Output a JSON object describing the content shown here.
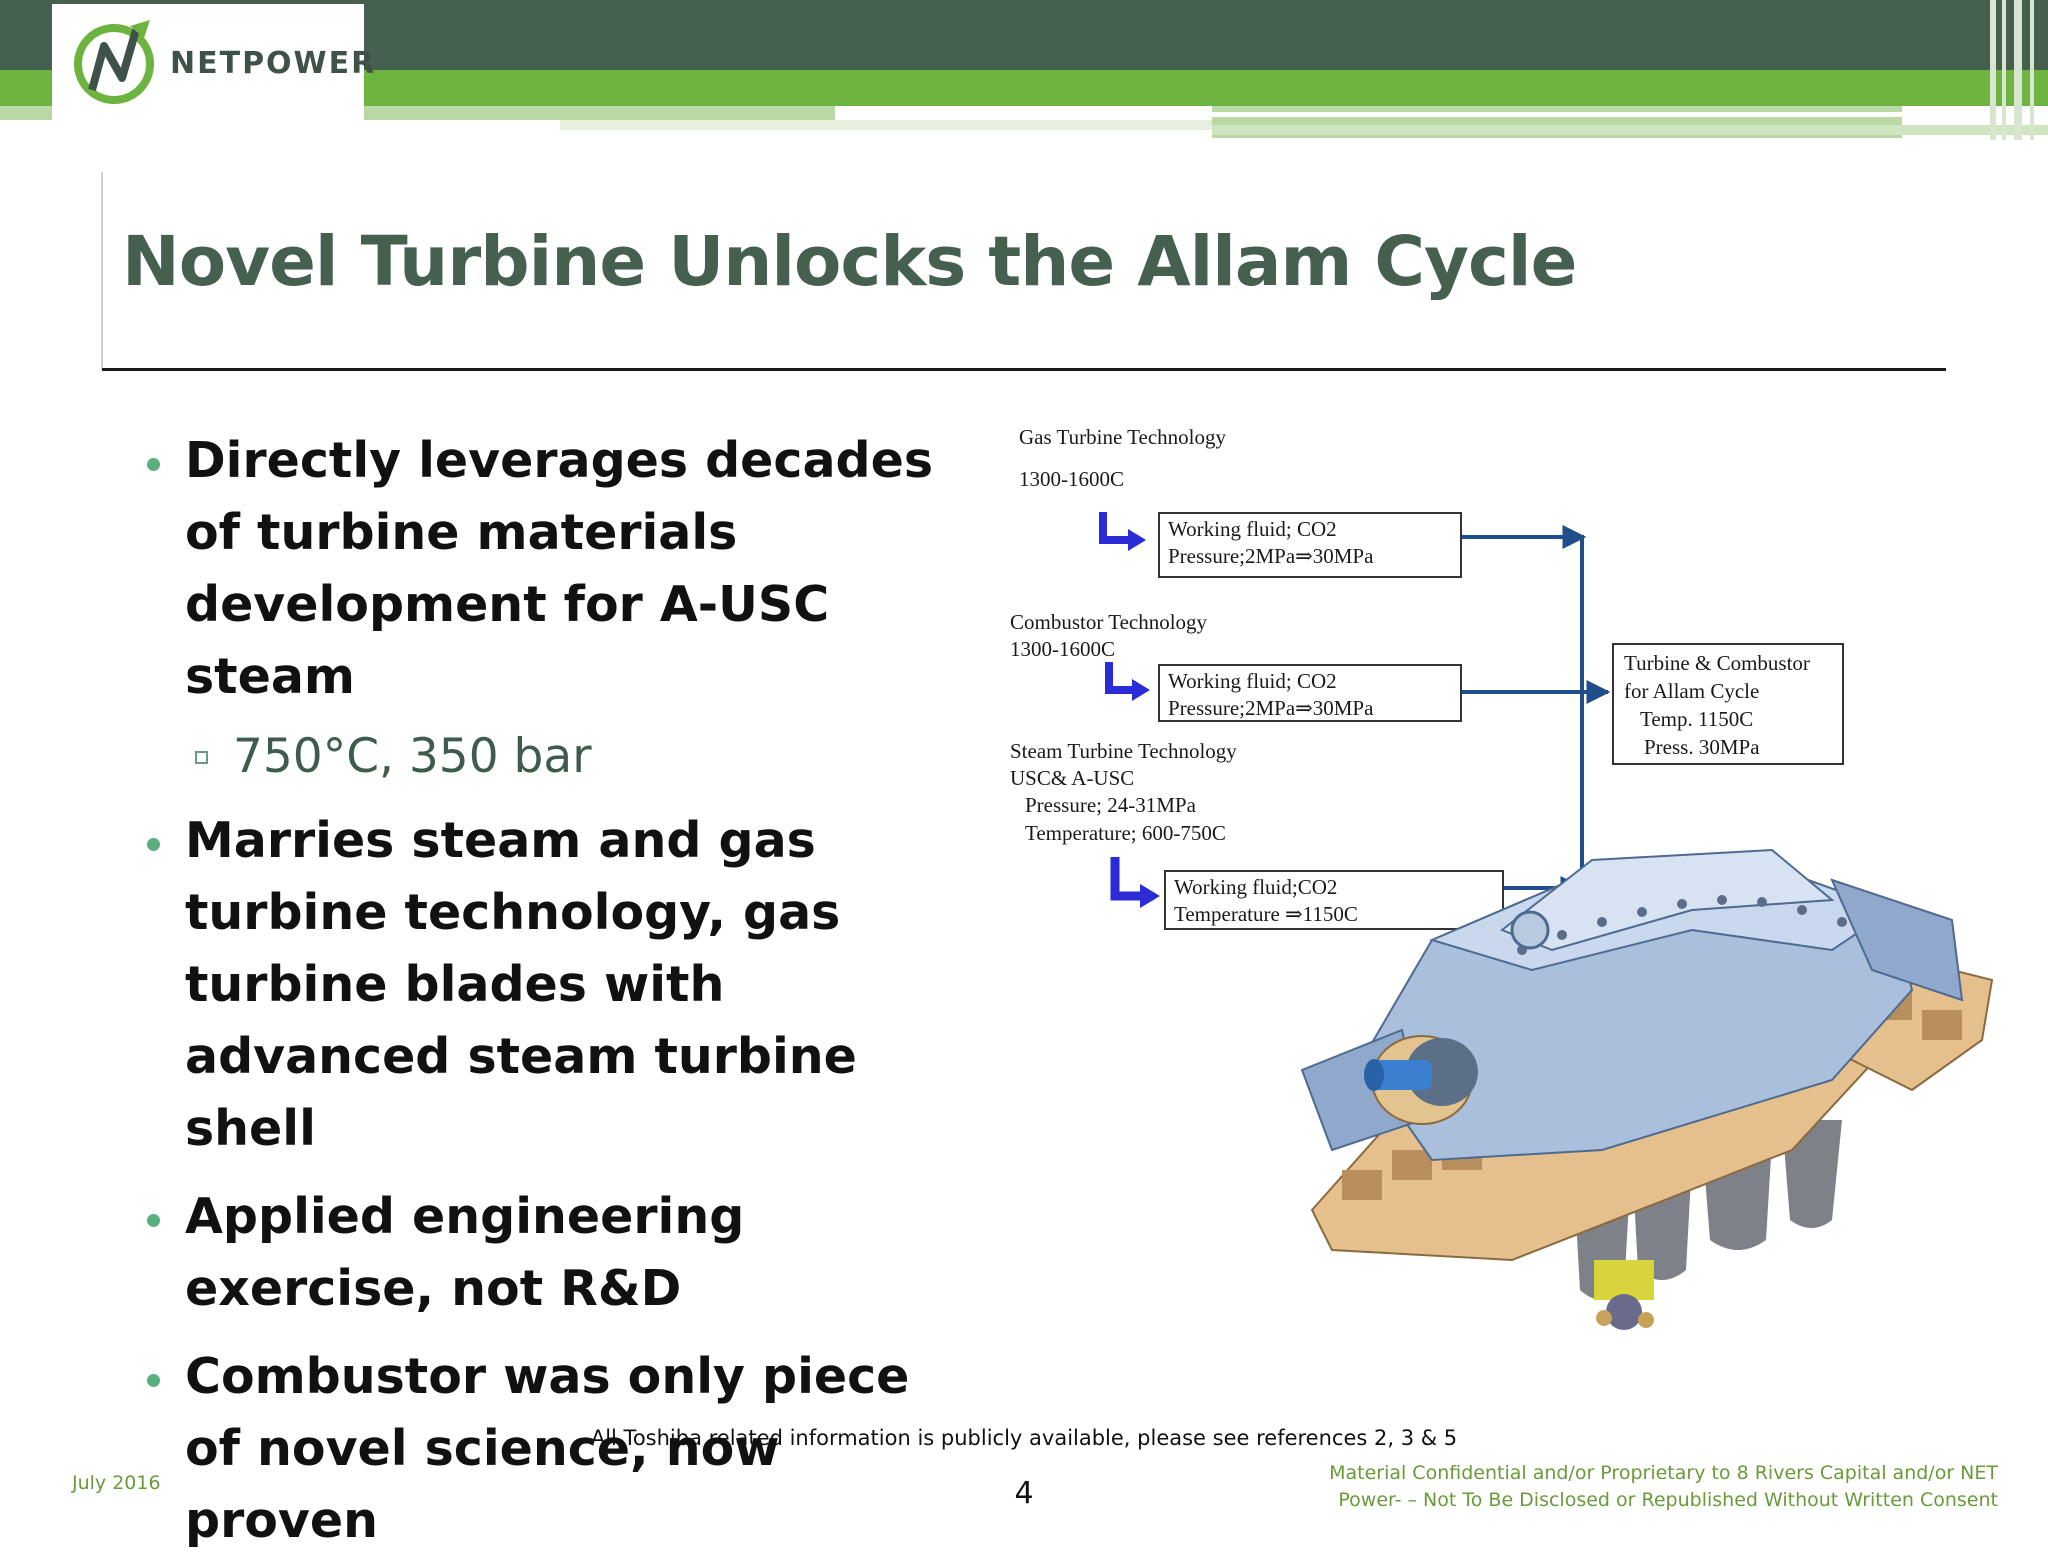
{
  "logo": {
    "text": "NETPOWER"
  },
  "title": "Novel Turbine Unlocks the Allam Cycle",
  "bullets": [
    {
      "text": "Directly leverages decades of turbine materials development for A-USC steam",
      "sub": "750°C, 350 bar"
    },
    {
      "text": "Marries steam and gas turbine technology, gas turbine blades with advanced steam turbine shell"
    },
    {
      "text": "Applied engineering exercise, not R&D"
    },
    {
      "text": "Combustor was only piece of novel science, now proven"
    }
  ],
  "diagram": {
    "gas": {
      "label": "Gas Turbine Technology",
      "temp": "1300-1600C",
      "box_line1": "Working fluid; CO2",
      "box_line2": "Pressure;2MPa⇒30MPa"
    },
    "combustor": {
      "label": "Combustor Technology",
      "temp": "1300-1600C",
      "box_line1": "Working fluid; CO2",
      "box_line2": "Pressure;2MPa⇒30MPa"
    },
    "steam": {
      "label": "Steam Turbine Technology",
      "line2": "USC& A-USC",
      "line3": "Pressure; 24-31MPa",
      "line4": "Temperature; 600-750C",
      "box_line1": "Working fluid;CO2",
      "box_line2": "Temperature ⇒1150C"
    },
    "result": {
      "line1": "Turbine & Combustor",
      "line2": "for Allam Cycle",
      "line3": "Temp. 1150C",
      "line4": "Press.  30MPa"
    },
    "colors": {
      "arrow_blue": "#1f4e8c",
      "bent_arrow": "#2b2bd8"
    }
  },
  "footer": {
    "note": "All Toshiba related information is publicly available, please see references 2, 3 & 5",
    "date": "July 2016",
    "page": "4",
    "confidential_line1": "Material Confidential and/or Proprietary to 8 Rivers Capital and/or NET",
    "confidential_line2": "Power- – Not To Be Disclosed or Republished Without Written Consent"
  },
  "colors": {
    "title": "#46604f",
    "header_dark": "#46604f",
    "header_green": "#6db33f",
    "footer_green": "#6a9a3a",
    "bullet_dot": "#5aaf80"
  }
}
